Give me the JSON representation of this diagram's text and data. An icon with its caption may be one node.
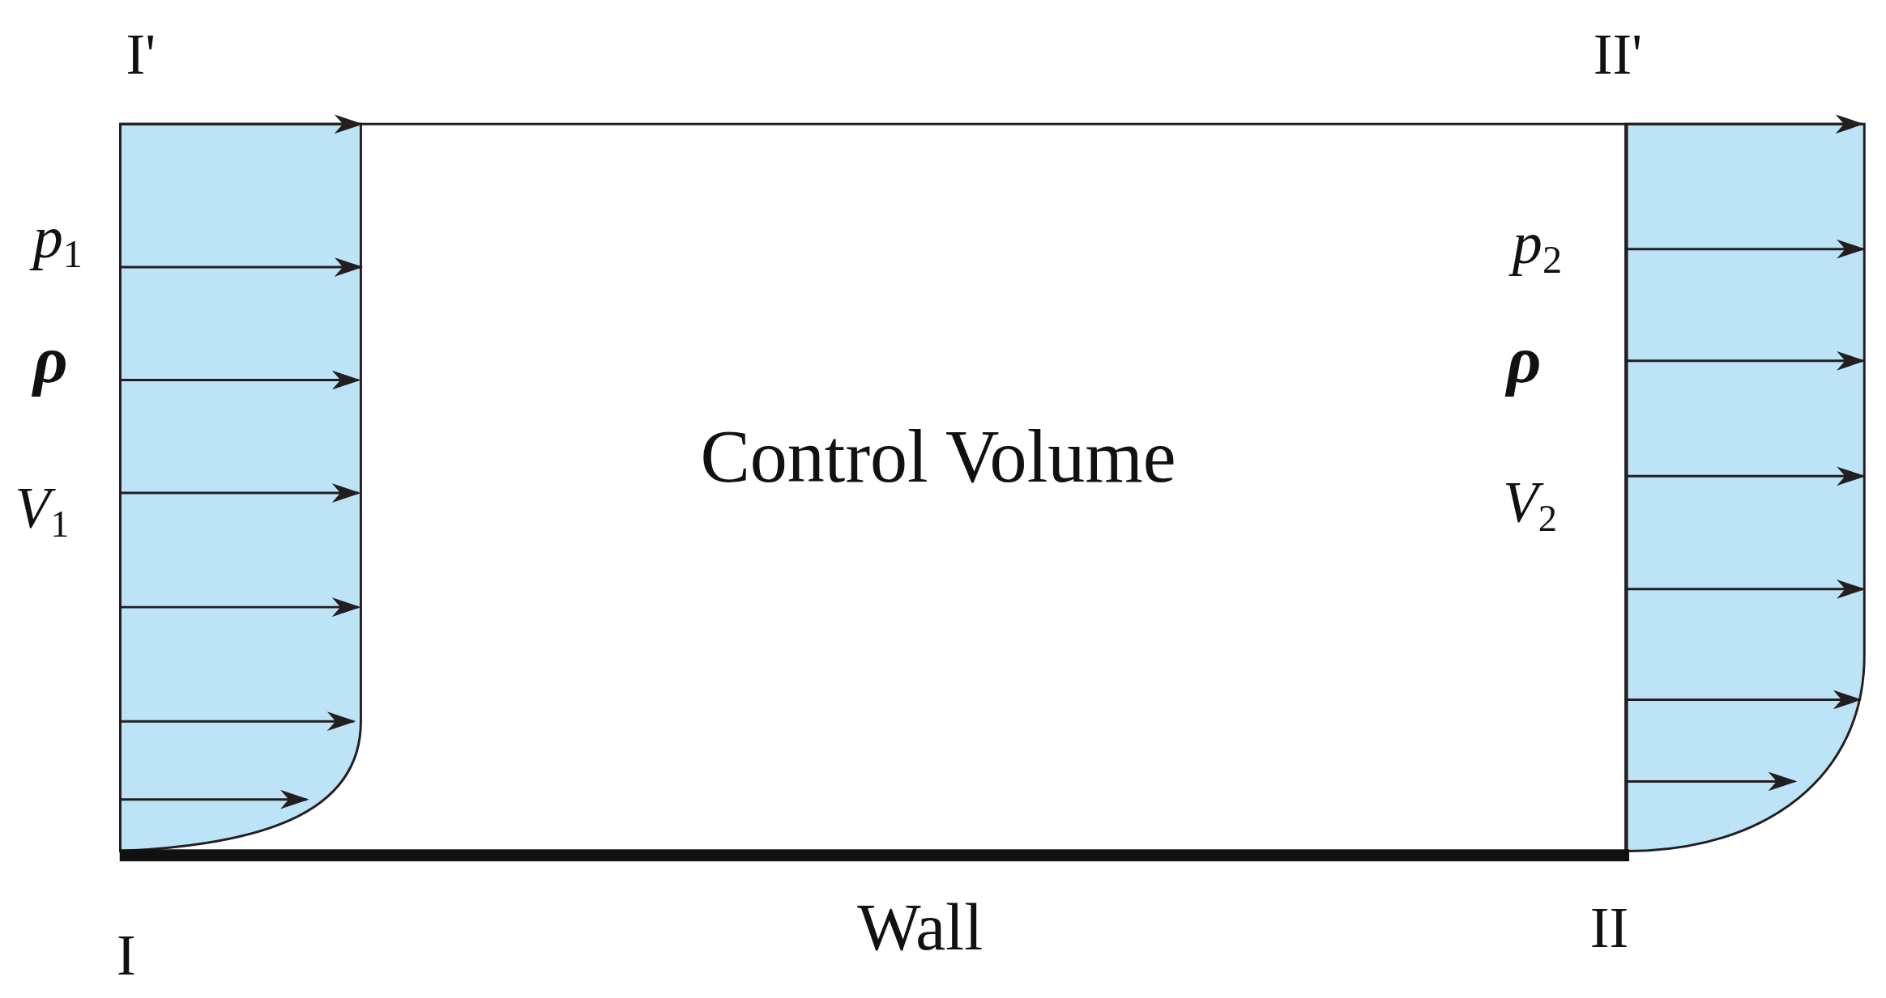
{
  "diagram": {
    "nodes": [
      {
        "text": [
          "Control Volume"
        ]
      },
      {
        "text": [],
        "shape": "bar",
        "beside": [
          "Wall"
        ]
      }
    ],
    "labels": [
      "I'",
      "II'",
      "*p*$_{1}$",
      "ρ",
      "*V*$_{1}$",
      "*p*$_{2}$",
      "ρ",
      "*V*$_{2}$",
      "I",
      "II"
    ]
  }
}
